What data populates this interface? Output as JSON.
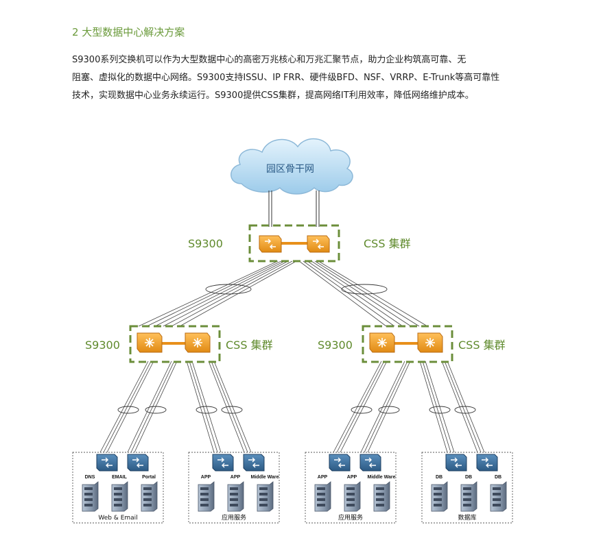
{
  "heading": "2 大型数据中心解决方案",
  "paragraph": [
    "S9300系列交换机可以作为大型数据中心的高密万兆核心和万兆汇聚节点，助力企业构筑高可靠、无",
    "阻塞、虚拟化的数据中心网络。S9300支持ISSU、IP FRR、硬件级BFD、NSF、VRRP、E-Trunk等高可靠性",
    "技术，实现数据中心业务永续运行。S9300提供CSS集群，提高网络IT利用效率，降低网络维护成本。"
  ],
  "diagram": {
    "cloud_label": "园区骨干网",
    "core": {
      "device_label": "S9300",
      "cluster_label": "CSS 集群"
    },
    "aggregation": [
      {
        "device_label": "S9300",
        "cluster_label": "CSS 集群"
      },
      {
        "device_label": "S9300",
        "cluster_label": "CSS 集群"
      }
    ],
    "groups": [
      {
        "name": "Web & Email",
        "servers": [
          "DNS",
          "EMAIL",
          "Portal"
        ]
      },
      {
        "name": "应用服务",
        "servers": [
          "APP",
          "APP",
          "Middle Ware"
        ]
      },
      {
        "name": "应用服务",
        "servers": [
          "APP",
          "APP",
          "Middle Ware"
        ]
      },
      {
        "name": "数据库",
        "servers": [
          "DB",
          "DB",
          "DB"
        ]
      }
    ],
    "colors": {
      "accent_green": "#5f8a2c",
      "switch_orange": "#f0a02c",
      "access_switch_blue": "#3a6f9a",
      "cloud_blue": "#b4d8f0"
    }
  }
}
